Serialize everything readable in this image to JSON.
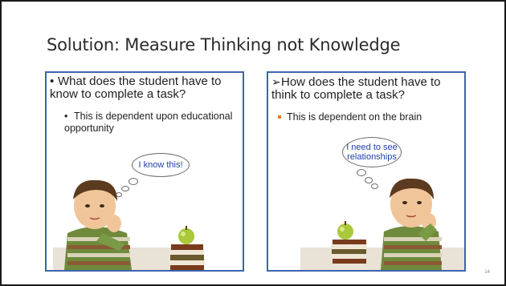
{
  "slide": {
    "title": "Solution: Measure Thinking not Knowledge",
    "page_number": "14"
  },
  "left_panel": {
    "question": "What does the student have to know to complete a task?",
    "bullet": "This is dependent upon educational opportunity",
    "thought": "I know this!",
    "bullet_symbol": "•",
    "sub_bullet_symbol": "•"
  },
  "right_panel": {
    "question": "How does the student have to think to complete a task?",
    "bullet": "This is dependent on the brain",
    "thought": "I need to see relationships",
    "bullet_symbol": "➢",
    "accent_color": "#e87722"
  },
  "colors": {
    "panel_border": "#3d64b0",
    "thought_text": "#1f3fa8"
  }
}
